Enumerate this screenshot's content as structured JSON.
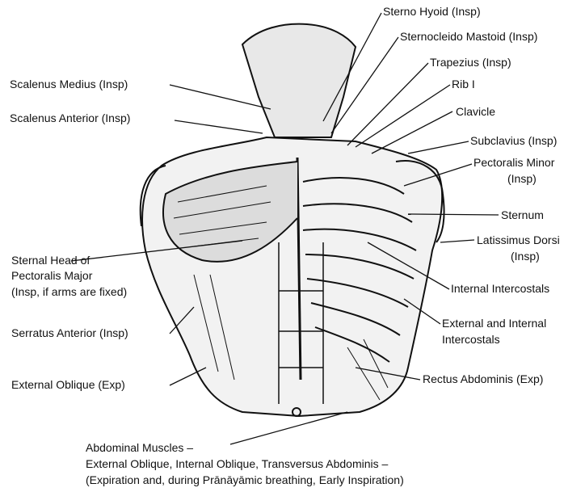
{
  "labels": {
    "sterno_hyoid": "Sterno Hyoid (Insp)",
    "sternocleido_mastoid": "Sternocleido Mastoid (Insp)",
    "trapezius": "Trapezius (Insp)",
    "scalenus_medius": "Scalenus Medius (Insp)",
    "rib_i": "Rib I",
    "clavicle": "Clavicle",
    "scalenus_anterior": "Scalenus Anterior (Insp)",
    "subclavius": "Subclavius (Insp)",
    "pectoralis_minor_1": "Pectoralis Minor",
    "pectoralis_minor_2": "(Insp)",
    "sternum": "Sternum",
    "latissimus_dorsi_1": "Latissimus Dorsi",
    "latissimus_dorsi_2": "(Insp)",
    "sternal_head_1": "Sternal Head of",
    "sternal_head_2": "Pectoralis Major",
    "sternal_head_3": "(Insp, if arms are fixed)",
    "internal_intercostals": "Internal Intercostals",
    "external_internal_1": "External and Internal",
    "external_internal_2": "Intercostals",
    "serratus_anterior": "Serratus Anterior (Insp)",
    "external_oblique": "External Oblique (Exp)",
    "rectus_abdominis": "Rectus Abdominis (Exp)"
  },
  "caption": {
    "line1": "Abdominal Muscles –",
    "line2": "External Oblique, Internal Oblique, Transversus Abdominis –",
    "line3": "(Expiration and, during Prānāyāmic breathing, Early Inspiration)"
  }
}
